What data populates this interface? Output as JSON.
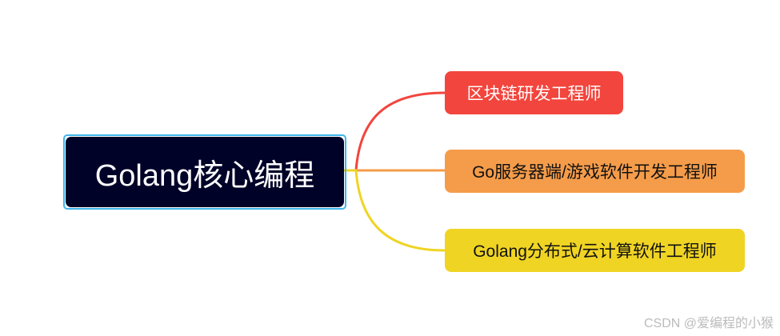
{
  "root": {
    "label": "Golang核心编程"
  },
  "branches": [
    {
      "label": "区块链研发工程师",
      "color": "#f2453d"
    },
    {
      "label": "Go服务器端/游戏软件开发工程师",
      "color": "#f59c4a"
    },
    {
      "label": "Golang分布式/云计算软件工程师",
      "color": "#f0d423"
    }
  ],
  "watermark": "CSDN @爱编程的小猴"
}
